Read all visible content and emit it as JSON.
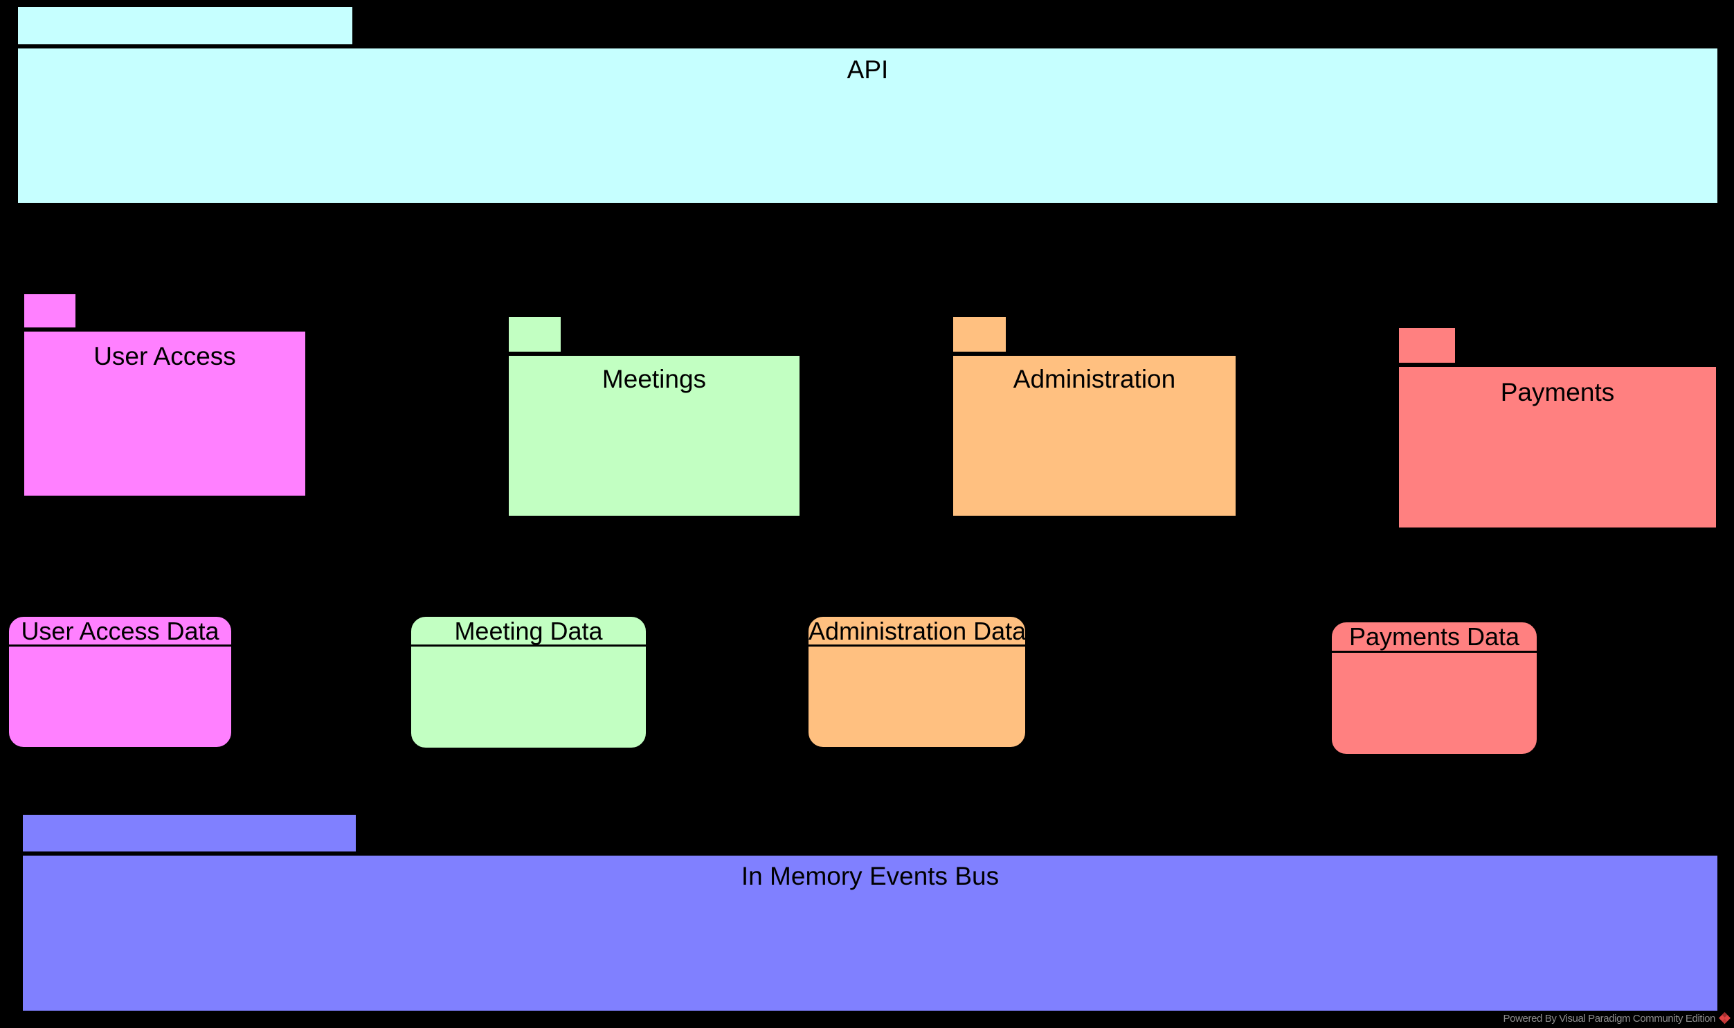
{
  "diagram_type": "UML package diagram",
  "background_color": "#000000",
  "border_color": "#000000",
  "packages": [
    {
      "label": "API",
      "color": "#C6FFFF"
    },
    {
      "label": "User Access",
      "color": "#FF80FF"
    },
    {
      "label": "Meetings",
      "color": "#C2FFC2"
    },
    {
      "label": "Administration",
      "color": "#FFC080"
    },
    {
      "label": "Payments",
      "color": "#FF8080"
    },
    {
      "label": "In Memory Events Bus",
      "color": "#8080FF"
    }
  ],
  "data_stores": [
    {
      "label": "User Access Data",
      "color": "#FF80FF"
    },
    {
      "label": "Meeting Data",
      "color": "#C2FFC2"
    },
    {
      "label": "Administration Data",
      "color": "#FFC080"
    },
    {
      "label": "Payments Data",
      "color": "#FF8080"
    }
  ],
  "watermark": {
    "text": "Powered By Visual Paradigm Community Edition",
    "text_color": "#8F8F8F",
    "logo_color": "#E04444",
    "logo_fold_color": "#A52F2F"
  }
}
